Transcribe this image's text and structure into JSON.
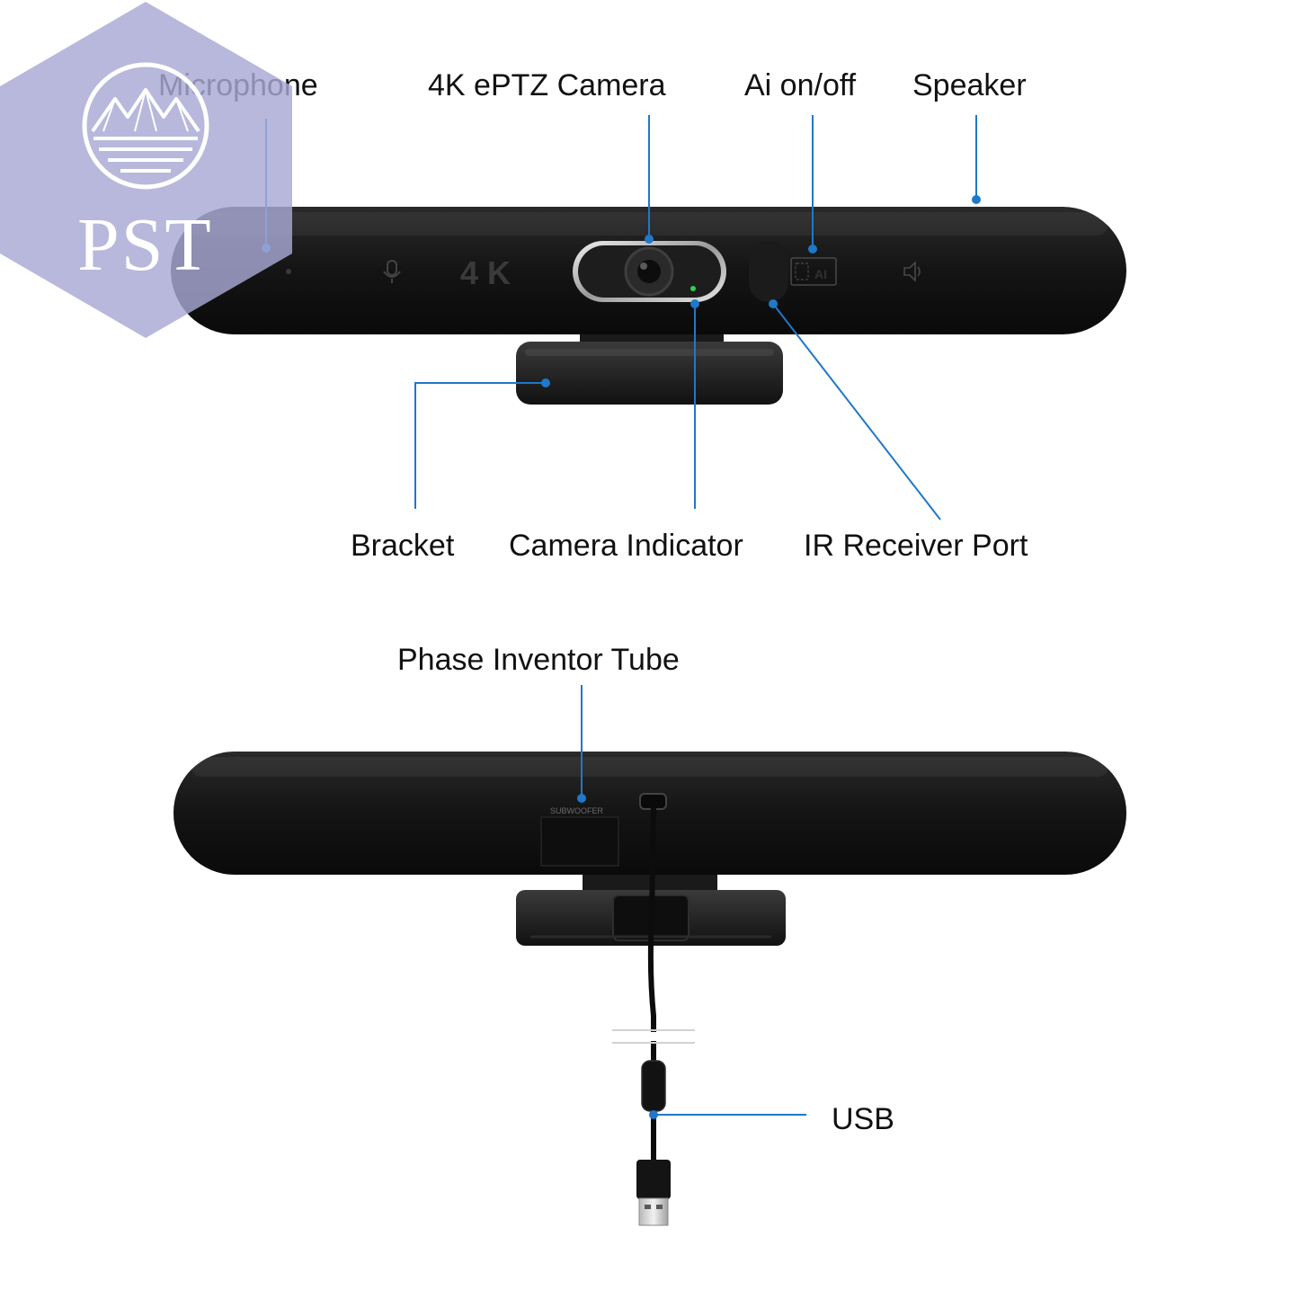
{
  "watermark": {
    "text": "PST",
    "hex_color": "#a8a8d4"
  },
  "front_view": {
    "device_mark_4k": "4 K",
    "device_mark_ai": "AI",
    "labels": {
      "microphone": "Microphone",
      "camera": "4K ePTZ Camera",
      "ai_toggle": "Ai on/off",
      "speaker": "Speaker",
      "bracket": "Bracket",
      "camera_indicator": "Camera Indicator",
      "ir_receiver": "IR Receiver Port"
    }
  },
  "rear_view": {
    "subwoofer_mark": "SUBWOOFER",
    "labels": {
      "phase_inventor_tube": "Phase Inventor Tube",
      "usb": "USB"
    }
  },
  "colors": {
    "leader_line": "#1f78c8",
    "device_body": "#121212",
    "indicator_led": "#2bd44a"
  }
}
